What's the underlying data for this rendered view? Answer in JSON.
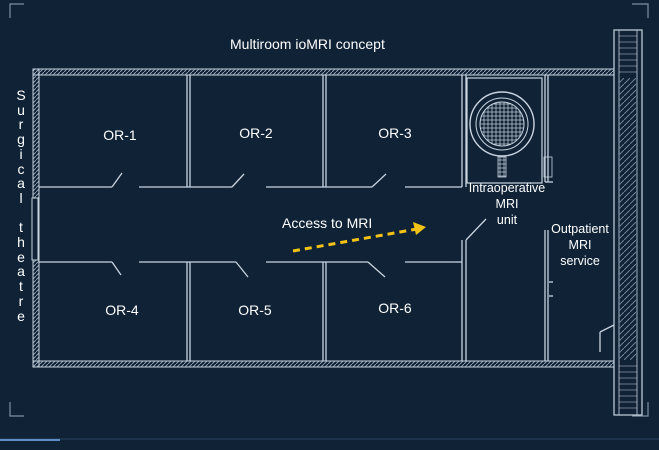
{
  "title": "Multiroom ioMRI concept",
  "side_label": "Surgical theatre",
  "rooms": {
    "or1": "OR-1",
    "or2": "OR-2",
    "or3": "OR-3",
    "or4": "OR-4",
    "or5": "OR-5",
    "or6": "OR-6"
  },
  "mri_unit_label": [
    "Intraoperative",
    "MRI",
    "unit"
  ],
  "outpatient_label": [
    "Outpatient",
    "MRI",
    "service"
  ],
  "access_label": "Access to MRI",
  "colors": {
    "background": "#0f2236",
    "walls": "#c9d4df",
    "arrow": "#f2c316",
    "text": "#ffffff"
  }
}
